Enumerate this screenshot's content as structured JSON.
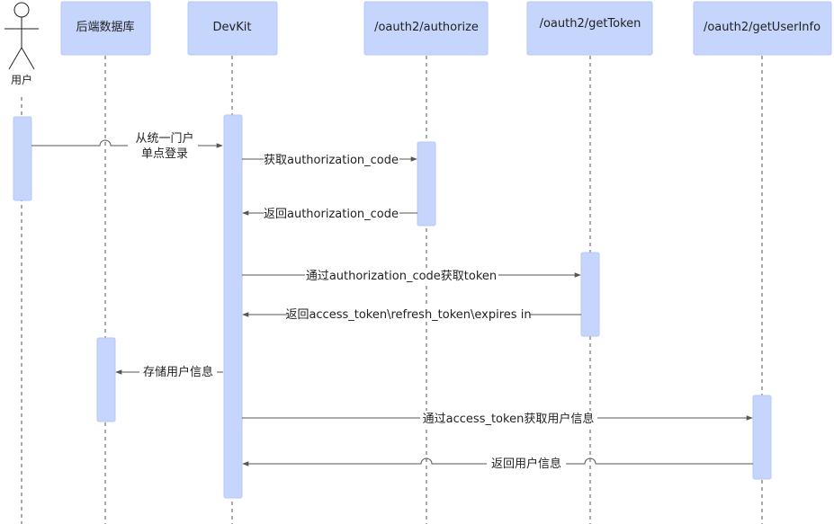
{
  "colors": {
    "box_fill": "#c5d5fc",
    "box_stroke": "#b5c8f8",
    "line": "#555555",
    "text": "#222222"
  },
  "actor": {
    "label": "用户",
    "icon": "stick-figure-icon"
  },
  "participants": [
    {
      "id": "user",
      "label": "用户"
    },
    {
      "id": "db",
      "label": "后端数据库"
    },
    {
      "id": "devkit",
      "label": "DevKit"
    },
    {
      "id": "authorize",
      "label": "/oauth2/authorize"
    },
    {
      "id": "gettoken",
      "label": "/oauth2/getToken"
    },
    {
      "id": "getuserinfo",
      "label": "/oauth2/getUserInfo"
    }
  ],
  "messages": [
    {
      "from": "user",
      "to": "devkit",
      "label": [
        "从统一门户",
        "单点登录"
      ]
    },
    {
      "from": "devkit",
      "to": "authorize",
      "label": [
        "获取authorization_code"
      ]
    },
    {
      "from": "authorize",
      "to": "devkit",
      "label": [
        "返回authorization_code"
      ]
    },
    {
      "from": "devkit",
      "to": "gettoken",
      "label": [
        "通过authorization_code获取token"
      ]
    },
    {
      "from": "gettoken",
      "to": "devkit",
      "label": [
        "返回access_token\\refresh_token\\expires in"
      ]
    },
    {
      "from": "devkit",
      "to": "db",
      "label": [
        "存储用户信息"
      ]
    },
    {
      "from": "devkit",
      "to": "getuserinfo",
      "label": [
        "通过access_token获取用户信息"
      ]
    },
    {
      "from": "getuserinfo",
      "to": "devkit",
      "label": [
        "返回用户信息"
      ]
    }
  ]
}
